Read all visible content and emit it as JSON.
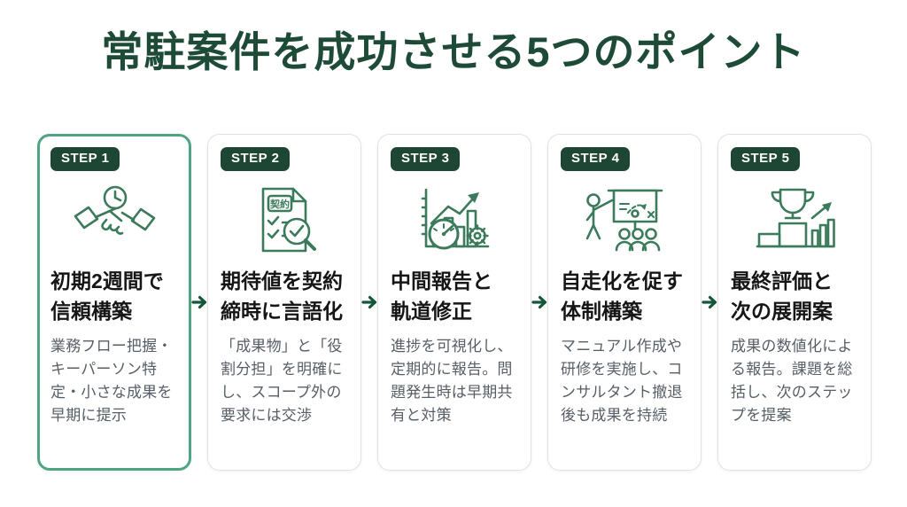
{
  "title": "常駐案件を成功させる5つのポイント",
  "colors": {
    "title_text": "#1e4b37",
    "badge_background": "#1d4634",
    "highlight_border": "#4fa583",
    "card_border": "#e3e1de",
    "icon_stroke": "#3b7a5a",
    "heading_text": "#161616",
    "body_text": "#575e66",
    "arrow": "#17553b"
  },
  "steps": [
    {
      "badge": "STEP 1",
      "icon": "handshake-clock-icon",
      "title": "初期2週間で\n信頼構築",
      "description": "業務フロー把握・キーパーソン特定・小さな成果を早期に提示",
      "highlighted": true
    },
    {
      "badge": "STEP 2",
      "icon": "contract-document-magnifier-icon",
      "icon_label": "契約",
      "title": "期待値を契約\n締時に言語化",
      "description": "「成果物」と「役割分担」を明確にし、スコープ外の要求には交渉",
      "highlighted": false
    },
    {
      "badge": "STEP 3",
      "icon": "chart-gauge-gear-icon",
      "title": "中間報告と\n軌道修正",
      "description": "進捗を可視化し、定期的に報告。問題発生時は早期共有と対策",
      "highlighted": false
    },
    {
      "badge": "STEP 4",
      "icon": "presenter-whiteboard-audience-icon",
      "title": "自走化を促す\n体制構築",
      "description": "マニュアル作成や研修を実施し、コンサルタント撤退後も成果を持続",
      "highlighted": false
    },
    {
      "badge": "STEP 5",
      "icon": "trophy-podium-chart-icon",
      "title": "最終評価と\n次の展開案",
      "description": "成果の数値化による報告。課題を総括し、次のステップを提案",
      "highlighted": false
    }
  ]
}
